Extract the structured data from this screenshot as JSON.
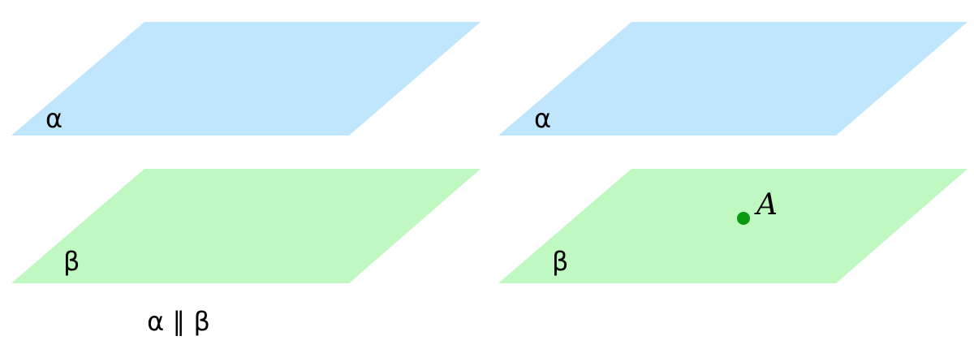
{
  "colors": {
    "plane_alpha": "#bfe6fc",
    "plane_beta": "#bff8c0",
    "point": "#0a9a12",
    "text": "#000000"
  },
  "left": {
    "alpha_label": "α",
    "beta_label": "β",
    "caption": "α ∥ β"
  },
  "right": {
    "alpha_label": "α",
    "beta_label": "β",
    "point_label": "A"
  }
}
